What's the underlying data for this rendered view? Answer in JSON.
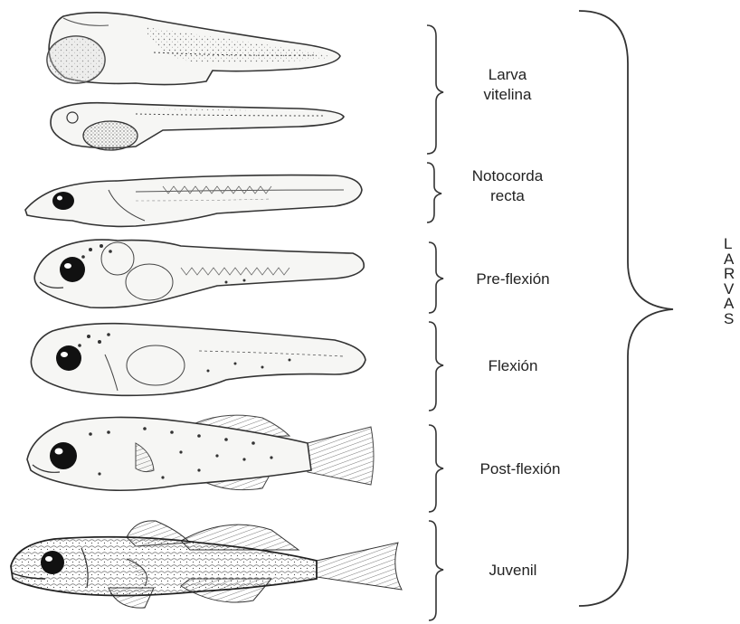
{
  "stages": [
    {
      "id": "larva-vitelina",
      "lines": [
        "Larva",
        "vitelina"
      ]
    },
    {
      "id": "notocorda-recta",
      "lines": [
        "Notocorda",
        "recta"
      ]
    },
    {
      "id": "pre-flexion",
      "lines": [
        "Pre-flexión"
      ]
    },
    {
      "id": "flexion",
      "lines": [
        "Flexión"
      ]
    },
    {
      "id": "post-flexion",
      "lines": [
        "Post-flexión"
      ]
    },
    {
      "id": "juvenil",
      "lines": [
        "Juvenil"
      ]
    }
  ],
  "group_label": {
    "letters": [
      "L",
      "A",
      "R",
      "V",
      "A",
      "S"
    ]
  },
  "colors": {
    "ink": "#222222",
    "fill": "#f4f4f2",
    "stipple": "#555555"
  }
}
